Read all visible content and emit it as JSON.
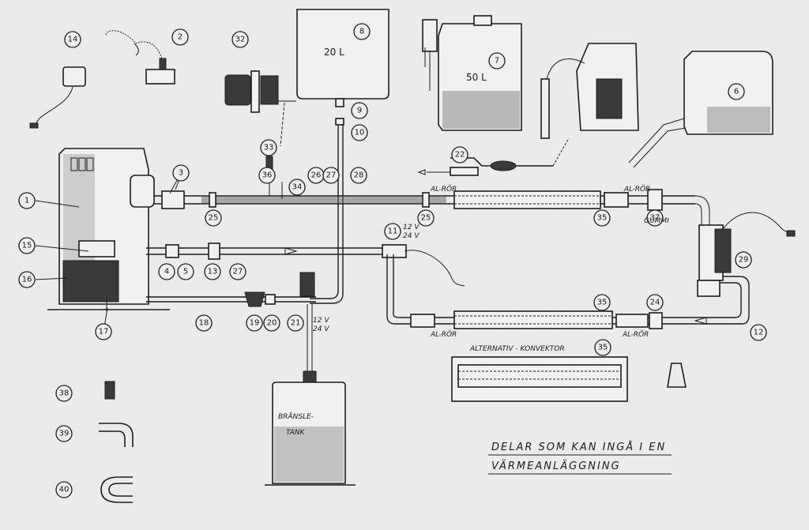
{
  "parts": [
    {
      "id": "part-1",
      "n": "1"
    },
    {
      "id": "part-2",
      "n": "2"
    },
    {
      "id": "part-3",
      "n": "3"
    },
    {
      "id": "part-4",
      "n": "4"
    },
    {
      "id": "part-5",
      "n": "5"
    },
    {
      "id": "part-6",
      "n": "6"
    },
    {
      "id": "part-7",
      "n": "7"
    },
    {
      "id": "part-8",
      "n": "8"
    },
    {
      "id": "part-9",
      "n": "9"
    },
    {
      "id": "part-10",
      "n": "10"
    },
    {
      "id": "part-11",
      "n": "11"
    },
    {
      "id": "part-12",
      "n": "12"
    },
    {
      "id": "part-13",
      "n": "13"
    },
    {
      "id": "part-14",
      "n": "14"
    },
    {
      "id": "part-15",
      "n": "15"
    },
    {
      "id": "part-16",
      "n": "16"
    },
    {
      "id": "part-17",
      "n": "17"
    },
    {
      "id": "part-18",
      "n": "18"
    },
    {
      "id": "part-19",
      "n": "19"
    },
    {
      "id": "part-20",
      "n": "20"
    },
    {
      "id": "part-21",
      "n": "21"
    },
    {
      "id": "part-22",
      "n": "22"
    },
    {
      "id": "part-24",
      "n": "24"
    },
    {
      "id": "part-25a",
      "n": "25"
    },
    {
      "id": "part-25b",
      "n": "25"
    },
    {
      "id": "part-26",
      "n": "26"
    },
    {
      "id": "part-27a",
      "n": "27"
    },
    {
      "id": "part-27b",
      "n": "27"
    },
    {
      "id": "part-28",
      "n": "28"
    },
    {
      "id": "part-29",
      "n": "29"
    },
    {
      "id": "part-32",
      "n": "32"
    },
    {
      "id": "part-33",
      "n": "33"
    },
    {
      "id": "part-34",
      "n": "34"
    },
    {
      "id": "part-35a",
      "n": "35"
    },
    {
      "id": "part-35b",
      "n": "35"
    },
    {
      "id": "part-35c",
      "n": "35"
    },
    {
      "id": "part-36",
      "n": "36"
    },
    {
      "id": "part-37",
      "n": "37"
    },
    {
      "id": "part-38",
      "n": "38"
    },
    {
      "id": "part-39",
      "n": "39"
    },
    {
      "id": "part-40",
      "n": "40"
    }
  ],
  "labels": {
    "tank_20": "20 L",
    "tank_50": "50 L",
    "volt_12_a": "12 V",
    "volt_24_a": "24 V",
    "volt_12_b": "12 V",
    "volt_24_b": "24 V",
    "alror_1": "AL-RÖR",
    "alror_2": "AL-RÖR",
    "alror_3": "AL-RÖR",
    "alror_4": "AL-RÖR",
    "gummi": "GUMMI",
    "fuel_tank_1": "BRÄNSLE-",
    "fuel_tank_2": "TANK",
    "alt_convector": "ALTERNATIV - KONVEKTOR",
    "caption_1": "DELAR SOM KAN INGÅ I EN",
    "caption_2": "VÄRMEANLÄGGNING"
  }
}
